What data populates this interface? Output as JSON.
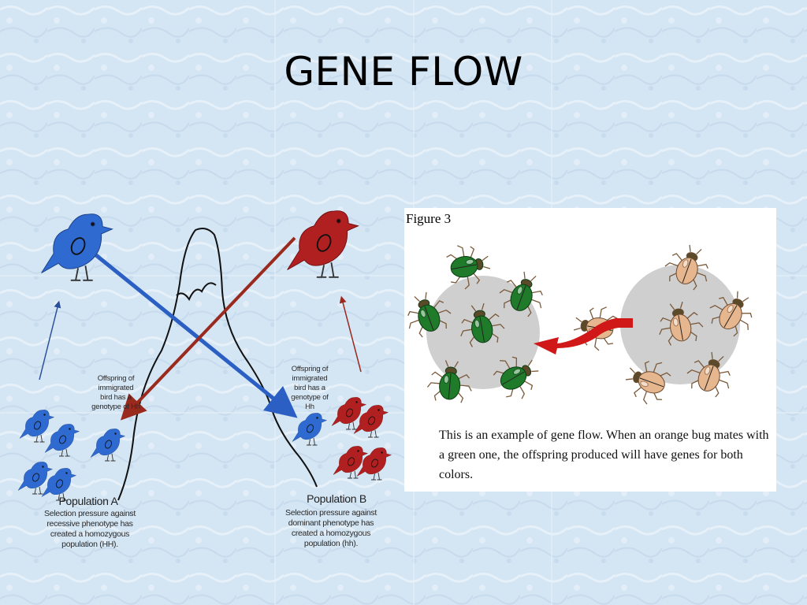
{
  "slide": {
    "title": "GENE FLOW"
  },
  "left_diagram": {
    "offspring_left_caption": "Offspring of immigrated bird has a genotype of Hh",
    "offspring_right_caption": "Offspring of immigrated bird has a genotype of Hh",
    "population_a": {
      "title": "Population A",
      "description": "Selection pressure against recessive phenotype has created a homozygous population (HH)."
    },
    "population_b": {
      "title": "Population B",
      "description": "Selection pressure against dominant phenotype has created a homozygous population (hh)."
    },
    "colors": {
      "blue_bird": "#2f6ad0",
      "red_bird": "#b02020",
      "blue_arrow": "#2b5fc4",
      "red_arrow": "#9a2a1e",
      "mountain": "#111111"
    }
  },
  "figure": {
    "title": "Figure 3",
    "caption": "This is an example of gene flow. When an orange bug mates with a green one, the offspring produced will have genes for both colors.",
    "colors": {
      "green_bug": "#1f7a2a",
      "orange_bug": "#e6b68e",
      "circle": "#cfcfcf",
      "arrow": "#d01818"
    }
  }
}
